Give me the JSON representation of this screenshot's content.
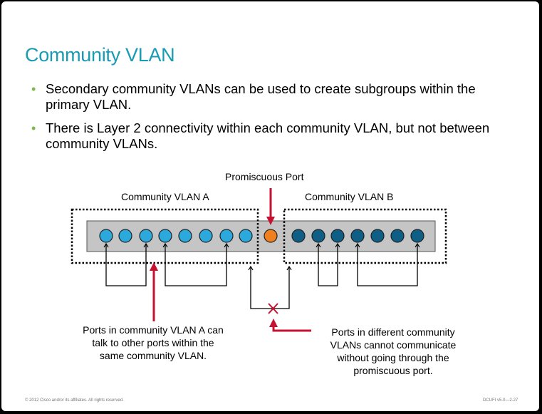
{
  "slide": {
    "title": "Community  VLAN",
    "bullets": [
      "Secondary community VLANs can be used to create subgroups within the primary VLAN.",
      "There is Layer 2 connectivity within each community VLAN, but not between community VLANs."
    ]
  },
  "diagram": {
    "promiscuous_label": "Promiscuous Port",
    "community_a_label": "Community VLAN A",
    "community_b_label": "Community VLAN B",
    "caption_left": [
      "Ports in community VLAN A can",
      "talk to other ports within the",
      "same community VLAN."
    ],
    "caption_right": [
      "Ports in different community",
      "VLANs cannot communicate",
      "without going through the",
      "promiscuous port."
    ],
    "colors": {
      "community_a_port": "#2ba8dc",
      "community_b_port": "#0e5e86",
      "promiscuous_port": "#f07f1f",
      "switch_body": "#c5c5c5",
      "arrow": "#c41230",
      "title": "#1a9bb4",
      "bullet": "#7db84a"
    }
  },
  "footer": {
    "left": "© 2012 Cisco and/or its affiliates. All rights reserved.",
    "right": "DCUFI v5.0—2-27"
  }
}
